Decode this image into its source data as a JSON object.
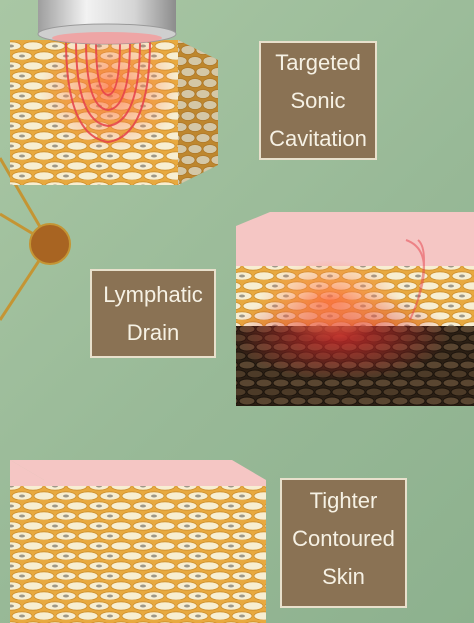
{
  "steps": [
    {
      "lines": [
        "Targeted",
        "Sonic",
        "Cavitation"
      ]
    },
    {
      "lines": [
        "Lymphatic",
        "Drain"
      ]
    },
    {
      "lines": [
        "Tighter",
        "Contoured",
        "Skin"
      ]
    }
  ],
  "colors": {
    "background": "#9cbc9a",
    "label_bg": "#8a7254",
    "label_border": "#e8e0cc",
    "label_text": "#f6f1e4",
    "connector": "#c49534",
    "node": "#a86422",
    "skin_top": "#f5c6c4",
    "fat_cell": "#f6ecce",
    "fat_stroke": "#e1a43a",
    "dark_layer": "#3a2a1c",
    "wave": "#e6404a",
    "device": "#dcdcdc"
  }
}
